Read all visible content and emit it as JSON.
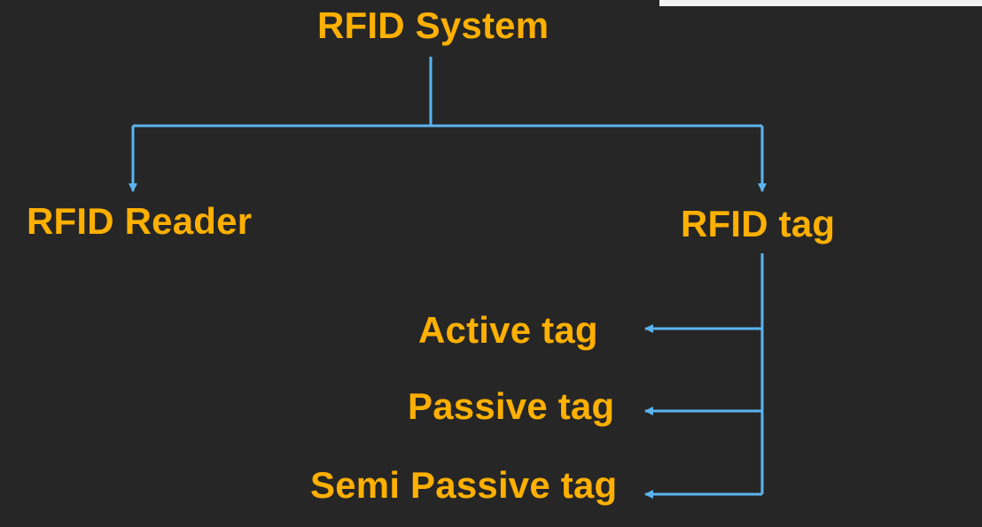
{
  "colors": {
    "background": "#262626",
    "label": "#FFB000",
    "connector": "#5BB4F0"
  },
  "diagram": {
    "root": {
      "label": "RFID System"
    },
    "children": [
      {
        "label": "RFID Reader"
      },
      {
        "label": "RFID tag",
        "children": [
          {
            "label": "Active tag"
          },
          {
            "label": "Passive tag"
          },
          {
            "label": "Semi Passive tag"
          }
        ]
      }
    ]
  }
}
